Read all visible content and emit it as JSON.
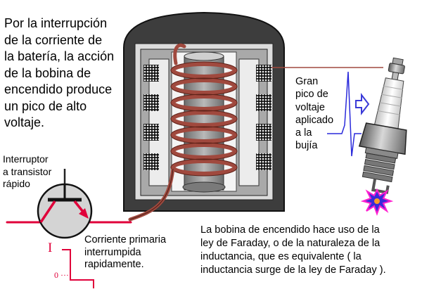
{
  "intro_text": "Por la interrupción\nde la corriente de\nla batería, la acción\nde la bobina de\nencendido produce\nun pico de alto\nvoltaje.",
  "switch_label": "Interruptor\na transistor\nrápido",
  "current_label": "Corriente primaria\ninterrumpida\nrapidamente.",
  "spark_label": "Gran\npico de\nvoltaje\naplicado\na la\nbujía",
  "faraday_note": "La bobina de encendido hace uso de la\nley de Faraday, o de la naturaleza de la\ninductancia, que es equivalente ( la\ninductancia surge de la ley de Faraday ).",
  "graph_axis_current": "I",
  "graph_axis_zero": "0 ····",
  "colors": {
    "coil_copper": "#a0493e",
    "primary_circuit": "#e0003a",
    "voltage_pulse": "#2a2adb",
    "arrow_outline": "#3a3ad8",
    "core_grey": "#8a8a8a",
    "housing_dark": "#3d3d3d"
  },
  "icons": {
    "transistor": "npn-transistor-icon",
    "spark_plug": "spark-plug-icon",
    "spark": "spark-icon",
    "flow_arrow": "outline-arrow-icon"
  }
}
